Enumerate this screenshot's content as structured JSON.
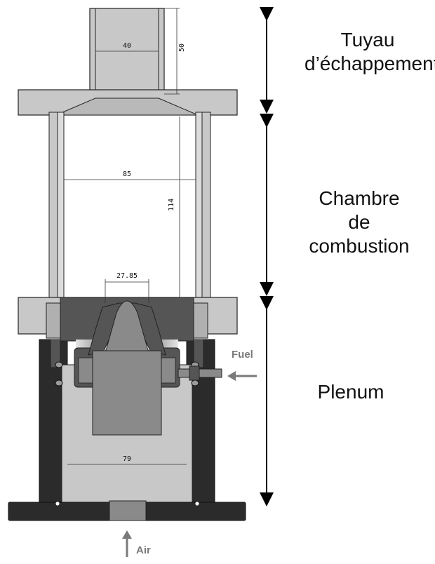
{
  "sections": {
    "exhaust": {
      "lines": [
        "Tuyau",
        "d’échappement"
      ]
    },
    "chamber": {
      "lines": [
        "Chambre",
        "de",
        "combustion"
      ]
    },
    "plenum": {
      "lines": [
        "Plenum"
      ]
    }
  },
  "dimensions": {
    "exhaust_width": "40",
    "exhaust_height": "50",
    "chamber_width": "85",
    "chamber_height": "114",
    "nozzle_width": "27.85",
    "plenum_width": "79"
  },
  "flows": {
    "fuel": "Fuel",
    "air": "Air"
  },
  "colors": {
    "light_metal": "#c8c8c8",
    "mid_metal": "#8a8a8a",
    "dark_metal": "#555555",
    "black_metal": "#2b2b2b",
    "arrow": "#7a7a7a"
  }
}
